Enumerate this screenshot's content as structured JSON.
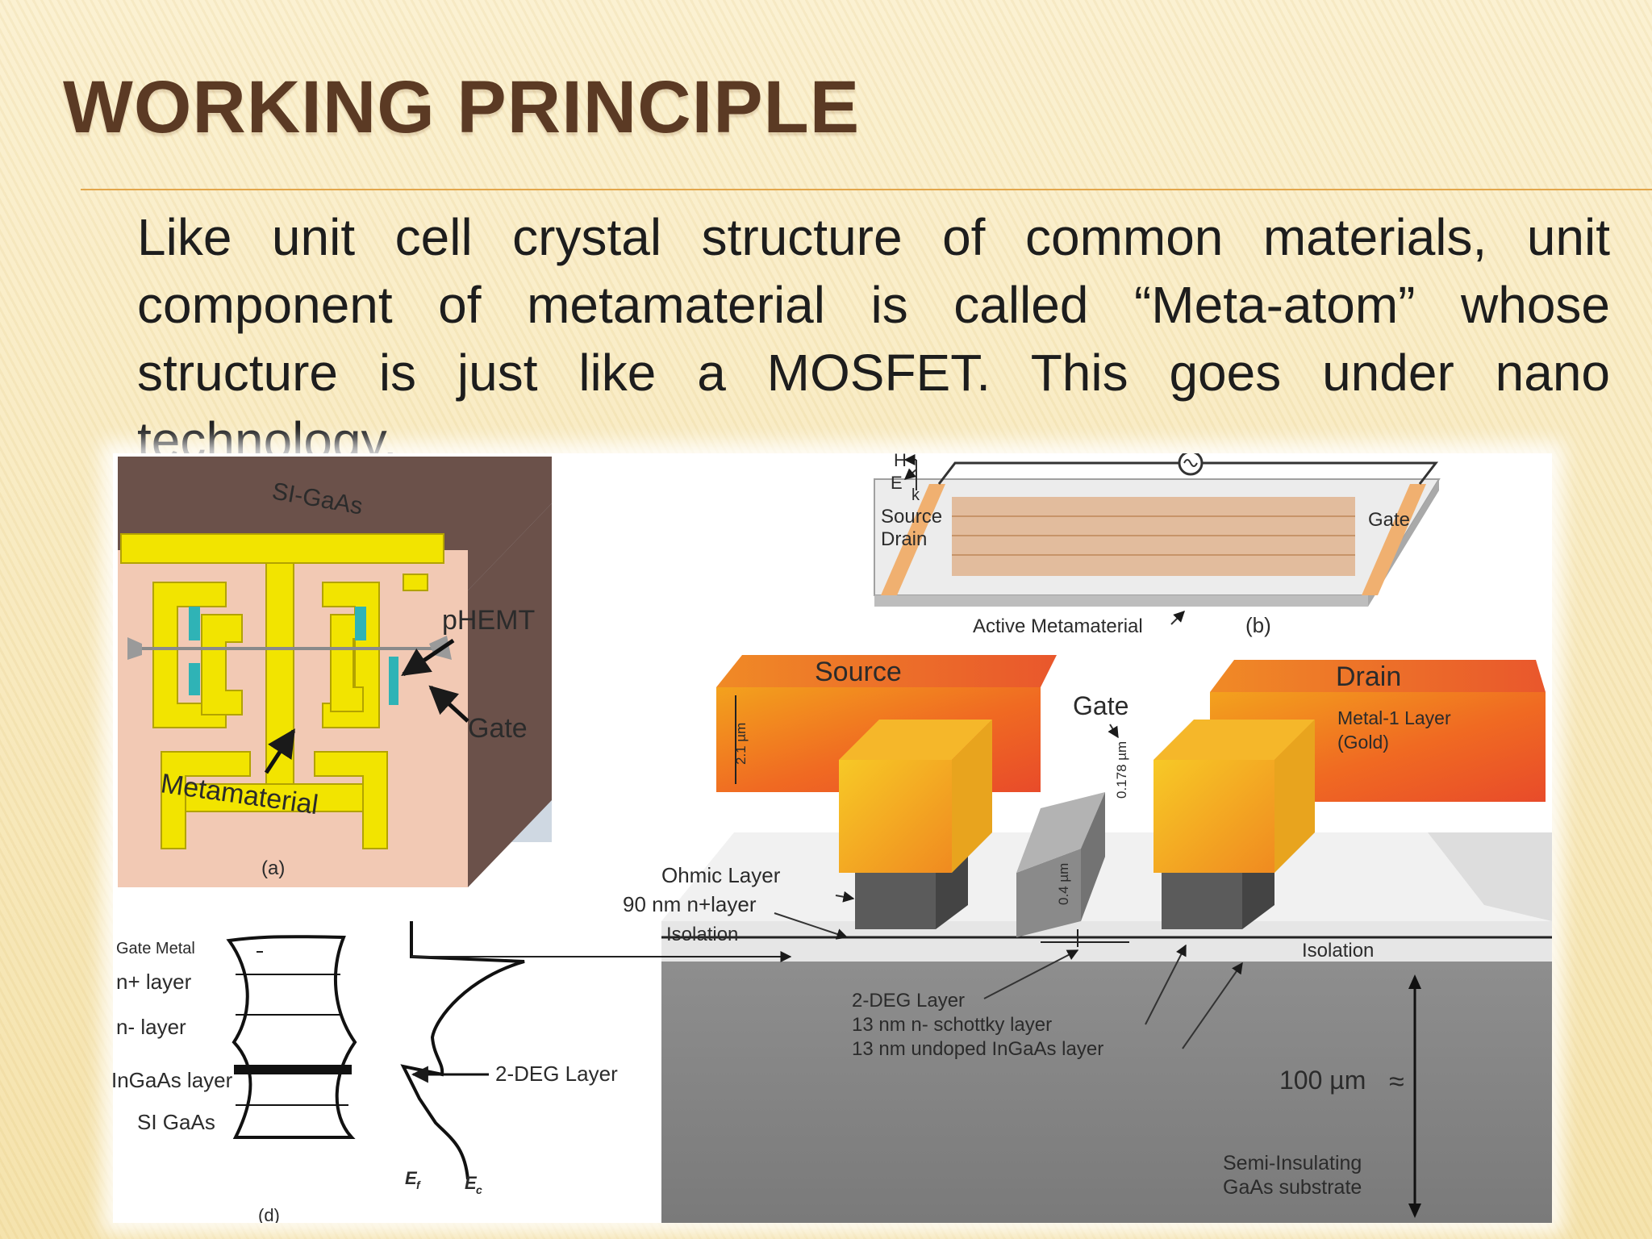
{
  "slide": {
    "title": "WORKING PRINCIPLE",
    "body": "Like unit cell crystal structure of common materials, unit component of metamaterial is called “Meta-atom” whose structure is just like a MOSFET. This goes under nano technology."
  },
  "figure": {
    "panel_a": {
      "substrate": "SI-GaAs",
      "phemt": "pHEMT",
      "gate": "Gate",
      "metamaterial": "Metamaterial",
      "caption": "(a)"
    },
    "panel_b": {
      "h": "H",
      "e": "E",
      "k": "k",
      "source": "Source",
      "drain": "Drain",
      "gate": "Gate",
      "active": "Active Metamaterial",
      "caption": "(b)"
    },
    "panel_c": {
      "source": "Source",
      "drain": "Drain",
      "gate": "Gate",
      "metal1": "Metal-1 Layer",
      "gold": "(Gold)",
      "dim_21": "2.1 µm",
      "dim_0178": "0.178 µm",
      "dim_04": "0.4 µm",
      "ohmic": "Ohmic Layer",
      "n_plus": "90 nm n+layer",
      "isolation_left": "Isolation",
      "isolation_right": "Isolation",
      "deg": "2-DEG Layer",
      "schottky": "13 nm n- schottky layer",
      "undoped": "13 nm undoped InGaAs layer",
      "thickness": "100 µm",
      "substrate1": "Semi-Insulating",
      "substrate2": "GaAs substrate"
    },
    "panel_d": {
      "gate_metal": "Gate Metal",
      "n_plus": "n+ layer",
      "n_minus": "n- layer",
      "ingaas": "InGaAs layer",
      "si_gaas": "SI GaAs",
      "deg": "2-DEG Layer",
      "ef": "E",
      "ef_sub": "f",
      "ec": "E",
      "ec_sub": "c",
      "caption": "(d)"
    }
  },
  "colors": {
    "title": "#5b3a24",
    "rule": "#e2a64a",
    "gold_pattern": "#f2e400",
    "substrate_pink": "#f3c9b3",
    "metal_orange": "#f07a1e"
  }
}
